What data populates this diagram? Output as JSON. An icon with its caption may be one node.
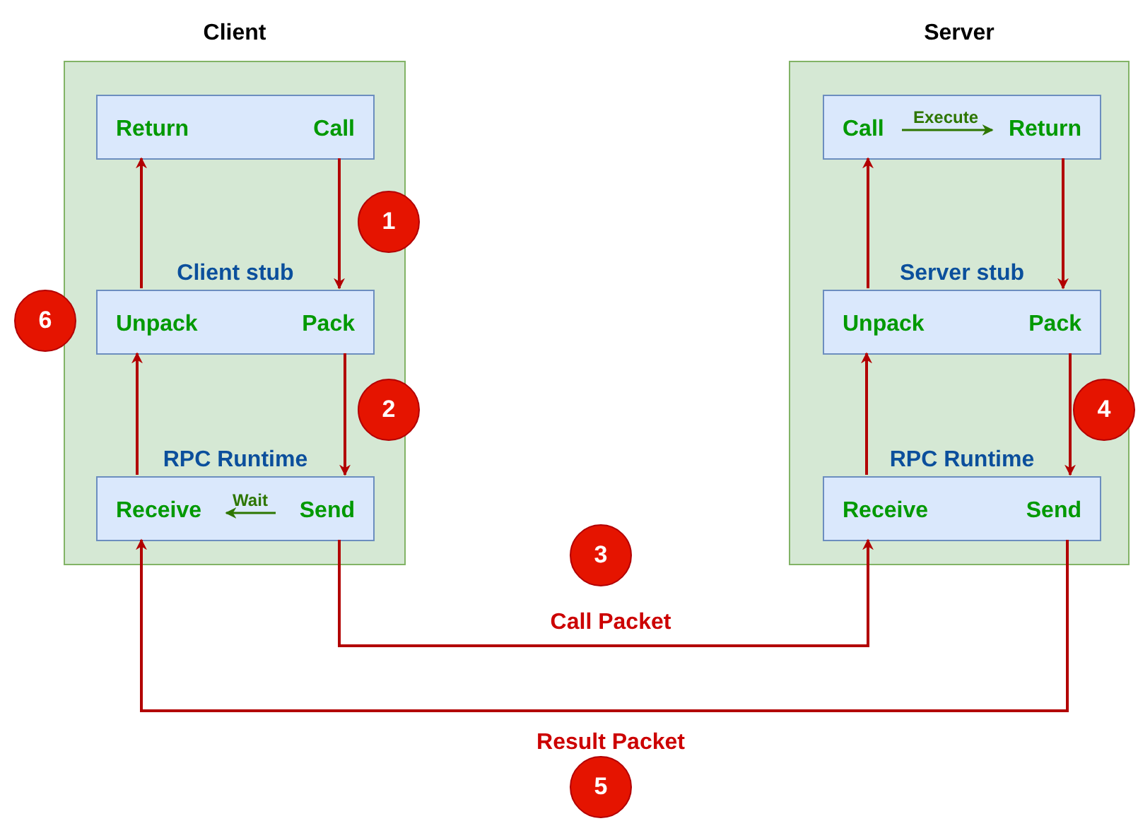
{
  "diagram": {
    "nodes": [
      {
        "text": [
          "Client"
        ]
      },
      {
        "text": [
          "Return",
          "Call"
        ],
        "in": 0
      },
      {
        "text": [
          "Client stub",
          "Unpack",
          "Pack"
        ],
        "in": 0
      },
      {
        "text": [
          "RPC Runtime",
          "Receive",
          "Send"
        ],
        "in": 0
      },
      {
        "text": [
          "Server"
        ]
      },
      {
        "text": [
          "Call",
          "Return"
        ],
        "in": 4
      },
      {
        "text": [
          "Server stub",
          "Unpack",
          "Pack"
        ],
        "in": 4
      },
      {
        "text": [
          "RPC Runtime",
          "Receive",
          "Send"
        ],
        "in": 4
      },
      {
        "text": [
          "1"
        ]
      },
      {
        "text": [
          "2"
        ]
      },
      {
        "text": [
          "3"
        ]
      },
      {
        "text": [
          "4"
        ]
      },
      {
        "text": [
          "5"
        ]
      },
      {
        "text": [
          "6"
        ]
      }
    ],
    "edges": [
      {
        "from": 1,
        "to": 2,
        "arrow": "to"
      },
      {
        "from": 2,
        "to": 3,
        "arrow": "to"
      },
      {
        "from": 3,
        "to": 2,
        "arrow": "to"
      },
      {
        "from": 2,
        "to": 1,
        "arrow": "to"
      },
      {
        "from": 3,
        "to": 7,
        "arrow": "to",
        "label": "Call Packet"
      },
      {
        "from": 7,
        "to": 6,
        "arrow": "to"
      },
      {
        "from": 6,
        "to": 5,
        "arrow": "to"
      },
      {
        "from": 5,
        "to": 6,
        "arrow": "to"
      },
      {
        "from": 6,
        "to": 7,
        "arrow": "to"
      },
      {
        "from": 7,
        "to": 3,
        "arrow": "to",
        "label": "Result Packet"
      }
    ],
    "labels": [
      "Execute",
      "Wait"
    ]
  }
}
